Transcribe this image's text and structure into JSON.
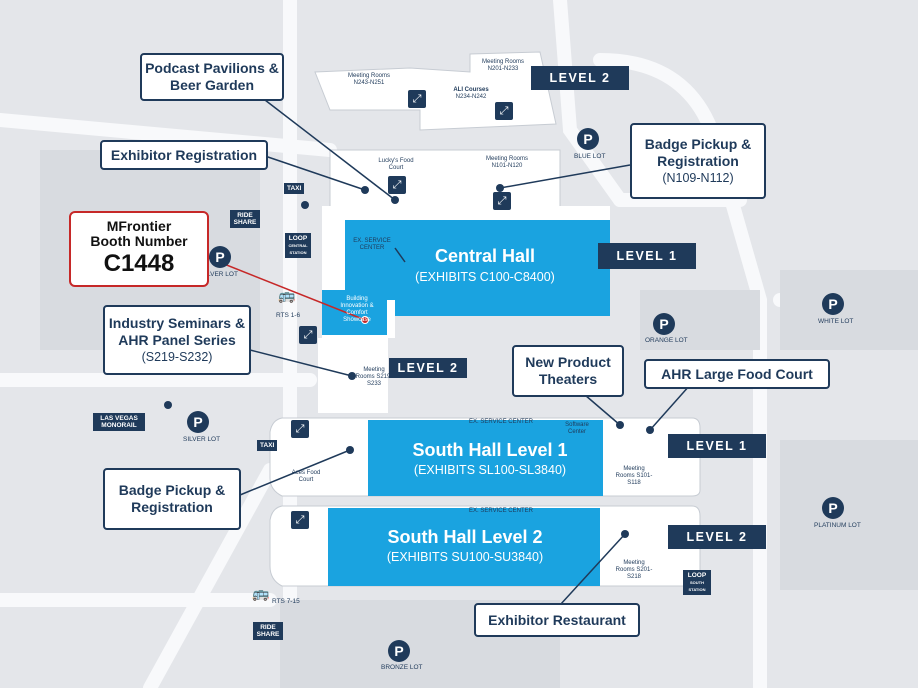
{
  "booth": {
    "company": "MFrontier",
    "label": "Booth Number",
    "number": "C1448"
  },
  "callouts": {
    "podcast": {
      "title": "Podcast Pavilions & Beer Garden"
    },
    "exhibitor_reg": {
      "title": "Exhibitor Registration"
    },
    "badge_north": {
      "title": "Badge Pickup & Registration",
      "sub": "(N109-N112)"
    },
    "industry": {
      "title": "Industry Seminars & AHR Panel Series",
      "sub": "(S219-S232)"
    },
    "new_product": {
      "title": "New Product Theaters"
    },
    "food_court": {
      "title": "AHR Large Food Court"
    },
    "badge_south": {
      "title": "Badge Pickup & Registration"
    },
    "restaurant": {
      "title": "Exhibitor Restaurant"
    }
  },
  "levels": {
    "north_l2": "LEVEL 2",
    "central_l1": "LEVEL 1",
    "west_l2": "LEVEL 2",
    "south_l1": "LEVEL 1",
    "south_l2": "LEVEL 2"
  },
  "halls": {
    "central": {
      "title": "Central Hall",
      "sub": "(EXHIBITS C100-C8400)"
    },
    "south1": {
      "title": "South Hall Level 1",
      "sub": "(EXHIBITS SL100-SL3840)"
    },
    "south2": {
      "title": "South Hall Level 2",
      "sub": "(EXHIBITS SU100-SU3840)"
    }
  },
  "parking": {
    "p_symbol": "P",
    "blue": "BLUE LOT",
    "silver_n": "LVER LOT",
    "orange": "ORANGE LOT",
    "white": "WHITE LOT",
    "silver_s": "SILVER LOT",
    "platinum": "PLATINUM LOT",
    "bronze": "BRONZE LOT"
  },
  "transit": {
    "taxi": "TAXI",
    "ride_share": "RIDE SHARE",
    "loop": "LOOP",
    "loop_central": "CENTRAL STATION",
    "loop_south": "SOUTH STATION",
    "monorail": "LAS VEGAS MONORAIL",
    "rts_1": "RTS 1-6",
    "rts_2": "RTS 7-15"
  },
  "small": {
    "mr_n243": "Meeting Rooms N243-N251",
    "mr_n201": "Meeting Rooms N201-N233",
    "ali": "ALI Courses",
    "ali_rooms": "N234-N242",
    "luckys": "Lucky's Food Court",
    "mr_n101": "Meeting Rooms N101-N120",
    "ex_service_central": "EX. SERVICE CENTER",
    "bldg": "Building Innovation & Comfort Showcase",
    "mr_s219": "Meeting Rooms S219-S233",
    "ex_service_s1": "EX. SERVICE CENTER",
    "software": "Software Center",
    "aces": "Aces Food Court",
    "mr_s101": "Meeting Rooms S101-S118",
    "ex_service_s2": "EX. SERVICE CENTER",
    "mr_s201": "Meeting Rooms S201-S218"
  },
  "colors": {
    "navy": "#1f3a5a",
    "hall_blue": "#1aa3e0",
    "road": "#ffffff",
    "ground": "#e4e6ea",
    "booth_red": "#c62828"
  }
}
